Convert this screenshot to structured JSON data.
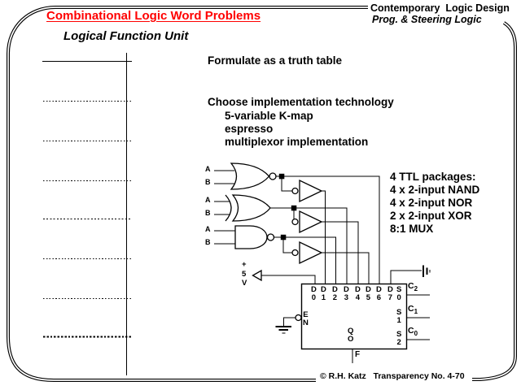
{
  "colors": {
    "title_red": "#ff0000",
    "ink": "#000000"
  },
  "header": {
    "title": "Combinational Logic Word Problems",
    "subtitle": "Logical Function Unit",
    "brand_line1": "Contemporary  Logic Design",
    "brand_line2": "Prog. & Steering Logic"
  },
  "notes": {
    "line1": "Formulate as a truth table",
    "line2": "Choose implementation technology",
    "sub_items": [
      "5-variable K-map",
      "espresso",
      "multiplexor implementation"
    ]
  },
  "packages": {
    "heading": "4 TTL packages:",
    "items": [
      "4 x 2-input NAND",
      "4 x 2-input NOR",
      "2 x 2-input XOR",
      "8:1 MUX"
    ]
  },
  "circuit": {
    "gates": [
      {
        "type": "NOR",
        "in1": "A",
        "in2": "B"
      },
      {
        "type": "XOR",
        "in1": "A",
        "in2": "B"
      },
      {
        "type": "NAND",
        "in1": "A",
        "in2": "B"
      }
    ],
    "power_label": "+\n5\nV",
    "mux": {
      "data_labels": [
        "D\n0",
        "D\n1",
        "D\n2",
        "D\n3",
        "D\n4",
        "D\n5",
        "D\n6",
        "D\n7"
      ],
      "select_labels": [
        "S\n0",
        "S\n1",
        "S\n2"
      ],
      "enable_label": "E\nN",
      "output_label": "Q\nO",
      "output_net": "F",
      "controls": [
        {
          "base": "C",
          "sub": "2"
        },
        {
          "base": "C",
          "sub": "1"
        },
        {
          "base": "C",
          "sub": "0"
        }
      ]
    }
  },
  "footer": {
    "credit": "© R.H. Katz   Transparency No. 4-70"
  }
}
